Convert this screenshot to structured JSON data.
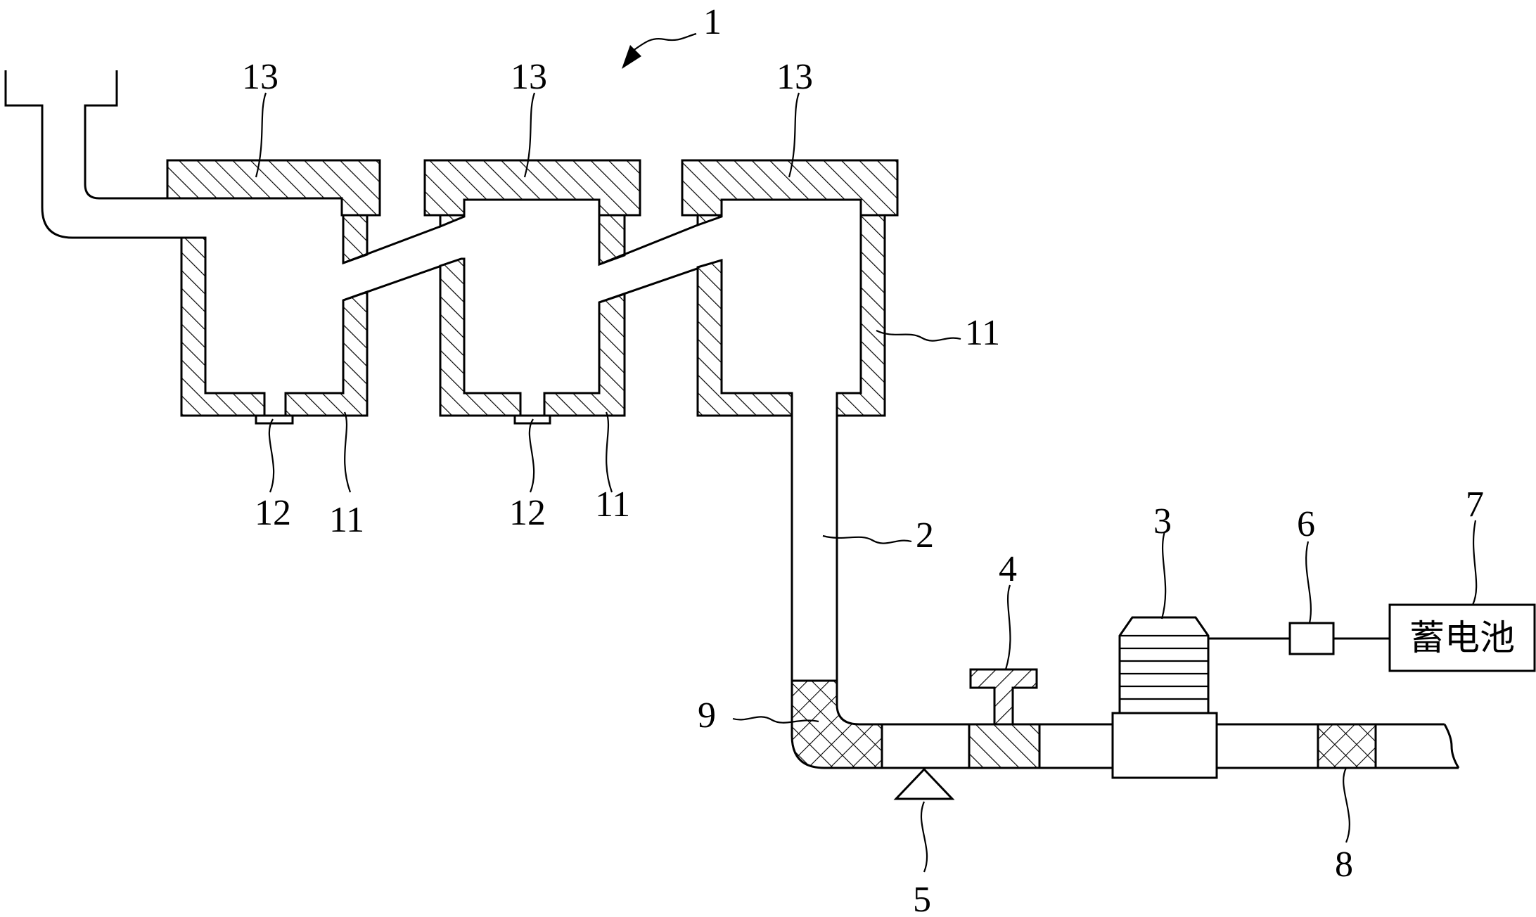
{
  "labels": {
    "assembly": "1",
    "pipe": "2",
    "generator": "3",
    "valve": "4",
    "support": "5",
    "controller": "6",
    "battery_label": "7",
    "seal_lower": "8",
    "seal_elbow": "9",
    "tank_right": "11",
    "tank_left": "11",
    "tank_middle": "11",
    "outlet_left": "12",
    "outlet_middle": "12",
    "lid_left": "13",
    "lid_middle": "13",
    "lid_right": "13"
  },
  "battery_text": "蓄电池"
}
